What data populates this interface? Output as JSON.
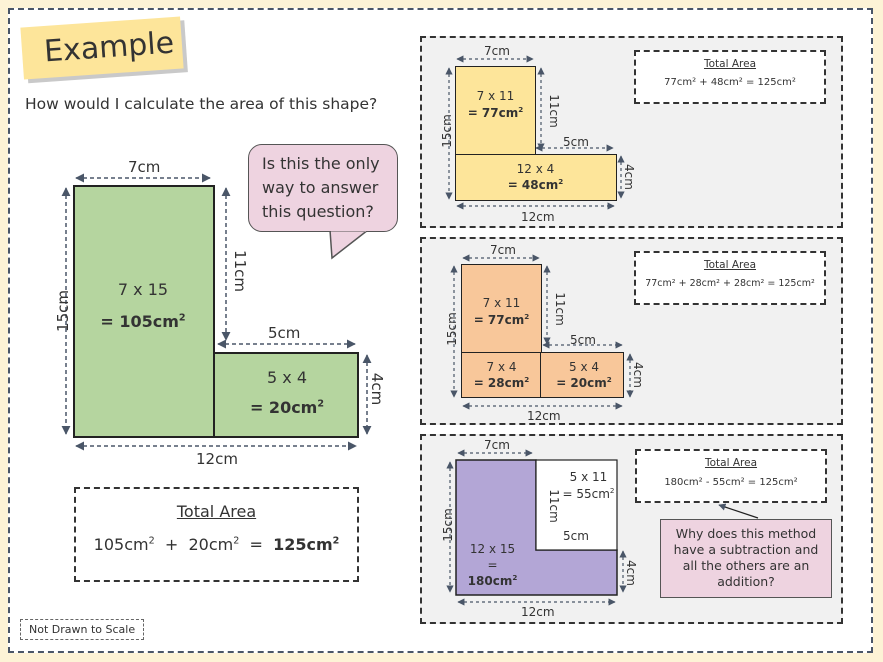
{
  "title": "Example",
  "question": "How would I calculate the area of this shape?",
  "bubble": "Is this the only way to answer this question?",
  "main": {
    "dim_top": "7cm",
    "dim_left": "15cm",
    "dim_inner_v": "11cm",
    "dim_inner_h": "5cm",
    "dim_right": "4cm",
    "dim_bottom": "12cm",
    "tall_calc": "7 x 15",
    "tall_result": "= 105cm",
    "small_calc": "5 x 4",
    "small_result": "= 20cm",
    "sup2": "2"
  },
  "total": {
    "title": "Total Area",
    "part1": "105cm",
    "plus": "+",
    "part2": "20cm",
    "eq": "=",
    "result": "125cm"
  },
  "note": "Not Drawn to Scale",
  "panel1": {
    "dim_top": "7cm",
    "dim_left": "15cm",
    "dim_inner_v": "11cm",
    "dim_inner_h": "5cm",
    "dim_right": "4cm",
    "dim_bottom": "12cm",
    "top_calc": "7 x 11",
    "top_result": "= 77cm",
    "bottom_calc": "12 x 4",
    "bottom_result": "= 48cm",
    "total_title": "Total Area",
    "total_expr": "77cm² + 48cm² = 125cm²"
  },
  "panel2": {
    "dim_top": "7cm",
    "dim_left": "15cm",
    "dim_inner_v": "11cm",
    "dim_inner_h": "5cm",
    "dim_right": "4cm",
    "dim_bottom": "12cm",
    "top_calc": "7 x 11",
    "top_result": "= 77cm",
    "bl_calc": "7 x 4",
    "bl_result": "= 28cm",
    "br_calc": "5 x 4",
    "br_result": "= 20cm",
    "total_title": "Total Area",
    "total_expr": "77cm² + 28cm² + 28cm² = 125cm²"
  },
  "panel3": {
    "dim_top": "7cm",
    "dim_left": "15cm",
    "dim_inner_v": "11cm",
    "dim_inner_h": "5cm",
    "dim_right": "4cm",
    "dim_bottom": "12cm",
    "cut_calc": "5 x 11",
    "cut_result": "= 55cm",
    "big_calc": "12 x 15",
    "big_eq": "=",
    "big_result": "180cm",
    "total_title": "Total Area",
    "total_expr": "180cm² - 55cm² = 125cm²",
    "question": "Why does this method have a subtraction and all the others are an addition?"
  },
  "colors": {
    "green": "#b5d59f",
    "orange": "#f8c79a",
    "yellow": "#fde59a",
    "purple": "#b3a6d6",
    "pink": "#eed3e0"
  }
}
